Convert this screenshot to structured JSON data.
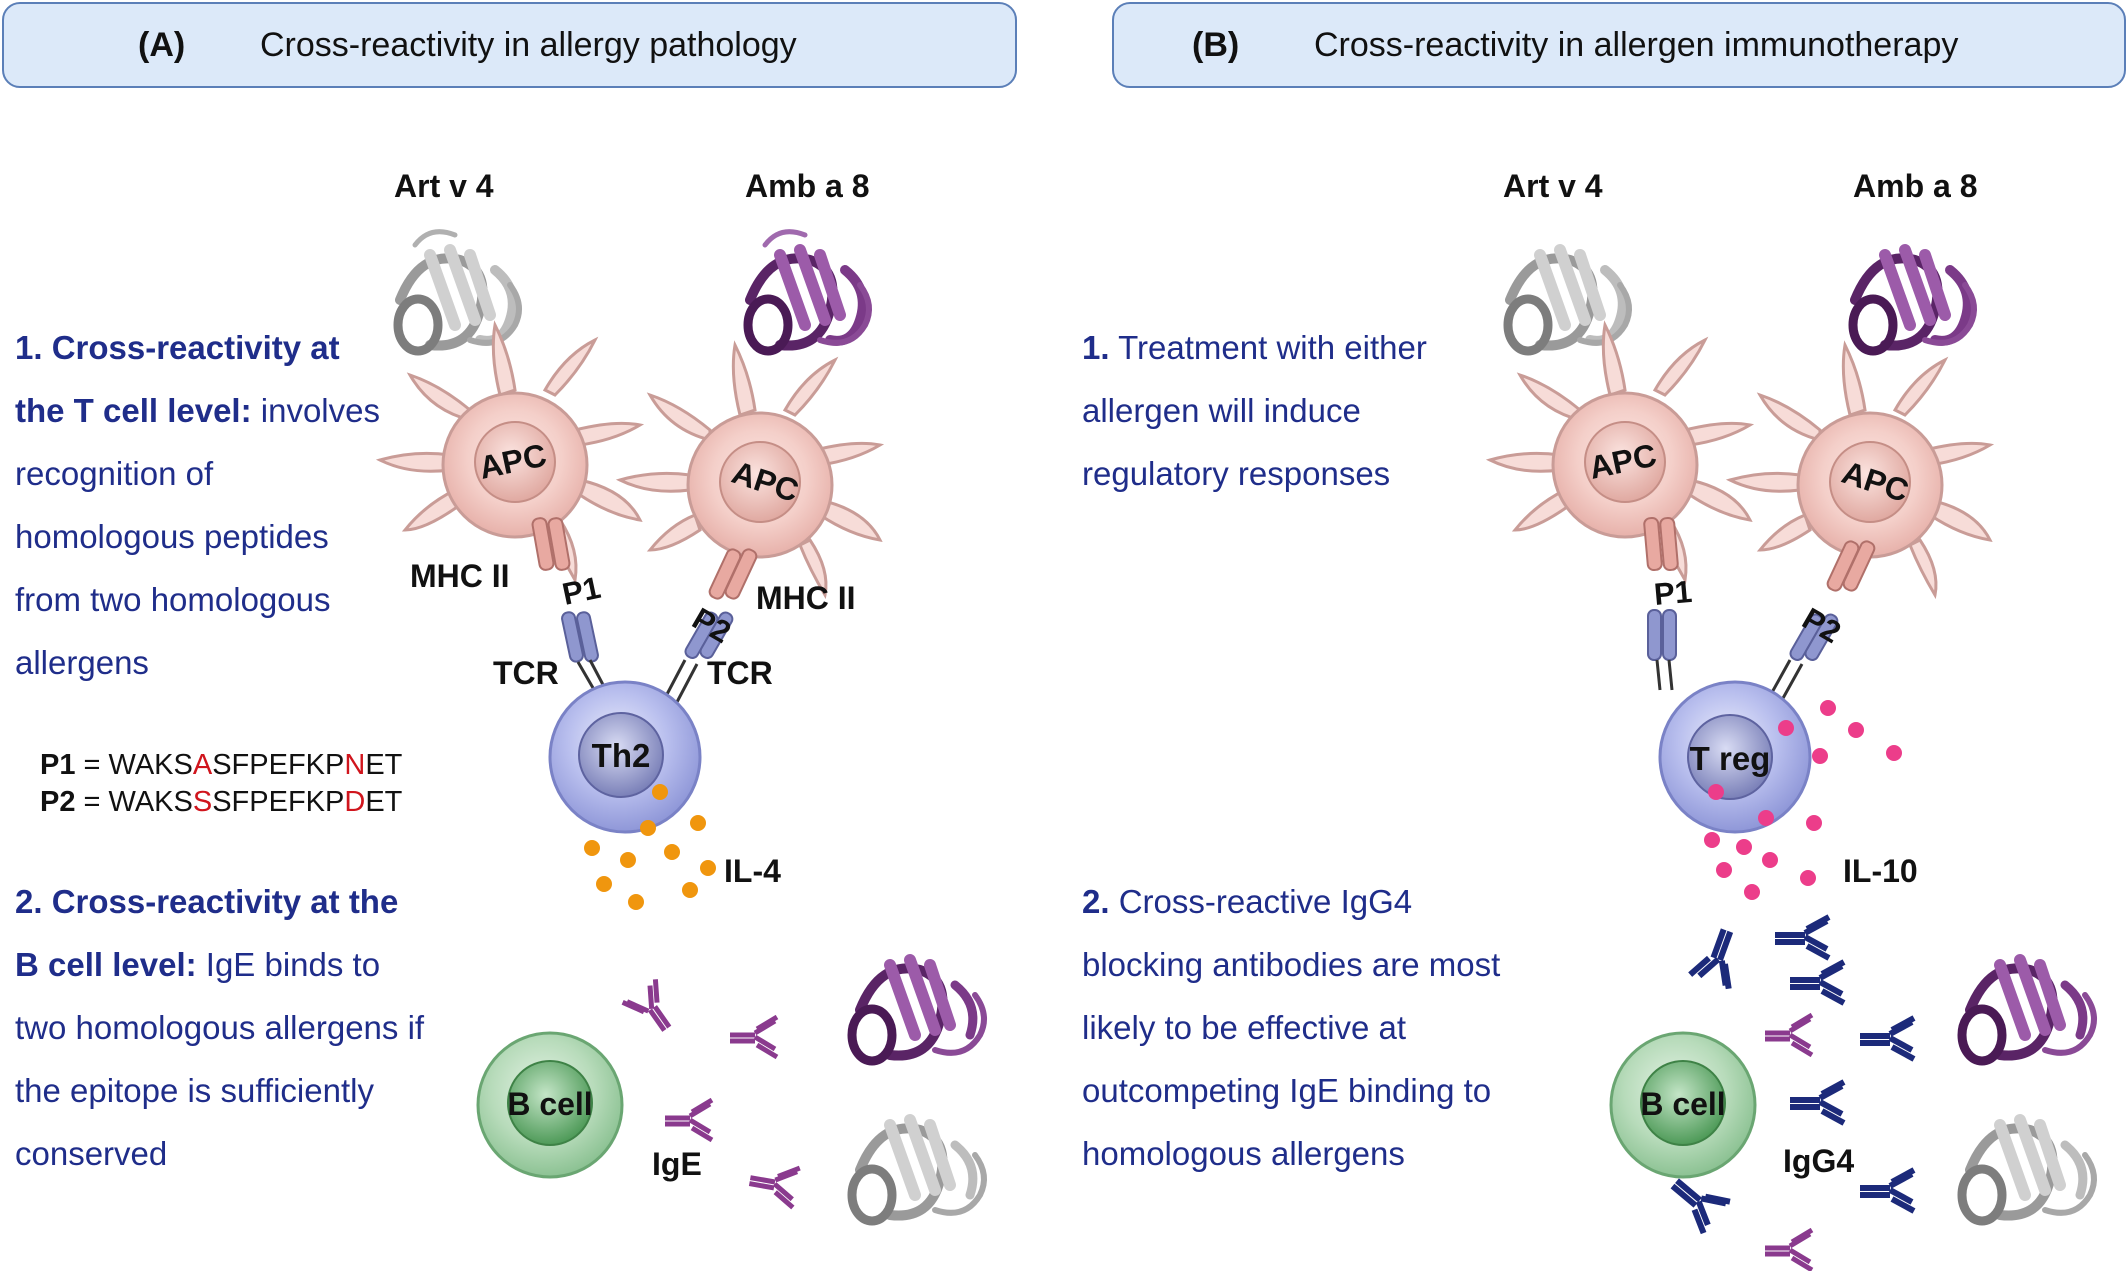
{
  "panel_a": {
    "tag": "(A)",
    "title": "Cross-reactivity in allergy pathology",
    "allergen_1": "Art v 4",
    "allergen_2": "Amb a 8",
    "text1_bold": "1. Cross-reactivity at the T cell level:",
    "text1_rest": "involves recognition of homologous peptides from two homologous allergens",
    "text2_bold": "2. Cross-reactivity at the B cell level:",
    "text2_rest": "IgE binds to two homologous allergens if the epitope is sufficiently conserved",
    "apc_label": "APC",
    "mhc_label": "MHC II",
    "p1_label": "P1",
    "p2_label": "P2",
    "tcr_label": "TCR",
    "th2_label": "Th2",
    "il4_label": "IL-4",
    "bcell_label": "B cell",
    "ige_label": "IgE",
    "seq1_name": "P1",
    "seq1_eq": "= WAKS",
    "seq1_mut1": "A",
    "seq1_mid": "SFPEFKP",
    "seq1_mut2": "N",
    "seq1_end": "ET",
    "seq2_name": "P2",
    "seq2_eq": "= WAKS",
    "seq2_mut1": "S",
    "seq2_mid": "SFPEFKP",
    "seq2_mut2": "D",
    "seq2_end": "ET"
  },
  "panel_b": {
    "tag": "(B)",
    "title": "Cross-reactivity in allergen immunotherapy",
    "allergen_1": "Art v 4",
    "allergen_2": "Amb a 8",
    "text1_bold": "1.",
    "text1_rest": "Treatment with either allergen will induce regulatory responses",
    "text2_bold": "2.",
    "text2_rest": "Cross-reactive IgG4 blocking antibodies are most likely to be effective at outcompeting IgE binding to homologous allergens",
    "apc_label": "APC",
    "p1_label": "P1",
    "p2_label": "P2",
    "treg_label": "T reg",
    "il10_label": "IL-10",
    "bcell_label": "B cell",
    "igg4_label": "IgG4"
  },
  "colors": {
    "header_fill": "#dce9f9",
    "header_border": "#5b7fb8",
    "body_text": "#1f2d8a",
    "mutation_red": "#d0151d",
    "apc_fill": "#f6d3cf",
    "th2_fill": "#b9bfee",
    "bcell_fill": "#a8d1ac",
    "il4_dot": "#f0960e",
    "il10_dot": "#ec3d8a",
    "ige_purple": "#8a3a8e",
    "igg4_navy": "#1c2a7a",
    "allergen_purple": "#7a3d8a",
    "allergen_grey": "#c8c8c8"
  }
}
